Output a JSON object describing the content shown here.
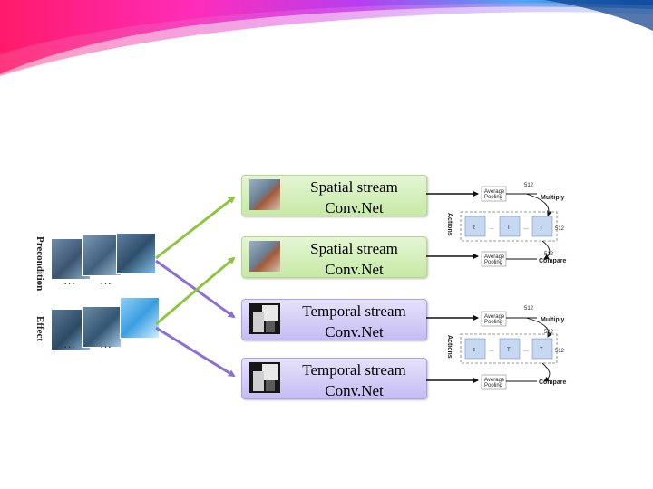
{
  "streams": {
    "spatial_1": "Spatial stream\nConv.Net",
    "spatial_2": "Spatial stream\nConv.Net",
    "temporal_1": "Temporal stream\nConv.Net",
    "temporal_2": "Temporal stream\nConv.Net"
  },
  "inputs": {
    "precondition_label": "Precondition",
    "effect_label": "Effect",
    "ellipsis": "…"
  },
  "heads": [
    {
      "actions_label": "Actions",
      "avg_pool_label": "Average\nPooling",
      "dim_label": "512",
      "multiply_label": "Multiply",
      "compare_label": "Compare",
      "cells": [
        "z",
        "T",
        "T"
      ],
      "cell_subscripts": [
        "1",
        "i",
        "c"
      ]
    },
    {
      "actions_label": "Actions",
      "avg_pool_label": "Average\nPooling",
      "dim_label": "512",
      "multiply_label": "Multiply",
      "compare_label": "Compare",
      "cells": [
        "z",
        "T",
        "T"
      ],
      "cell_subscripts": [
        "1",
        "i",
        "c"
      ]
    }
  ],
  "colors": {
    "spatial_arrow": "#8dc63f",
    "temporal_arrow": "#8b6fd1",
    "spatial_fill": "#d2edb8",
    "temporal_fill": "#cdc6f5"
  },
  "icons": {
    "spatial_thumb": "tennis-player-photo-icon",
    "temporal_thumb": "optical-flow-icon"
  }
}
